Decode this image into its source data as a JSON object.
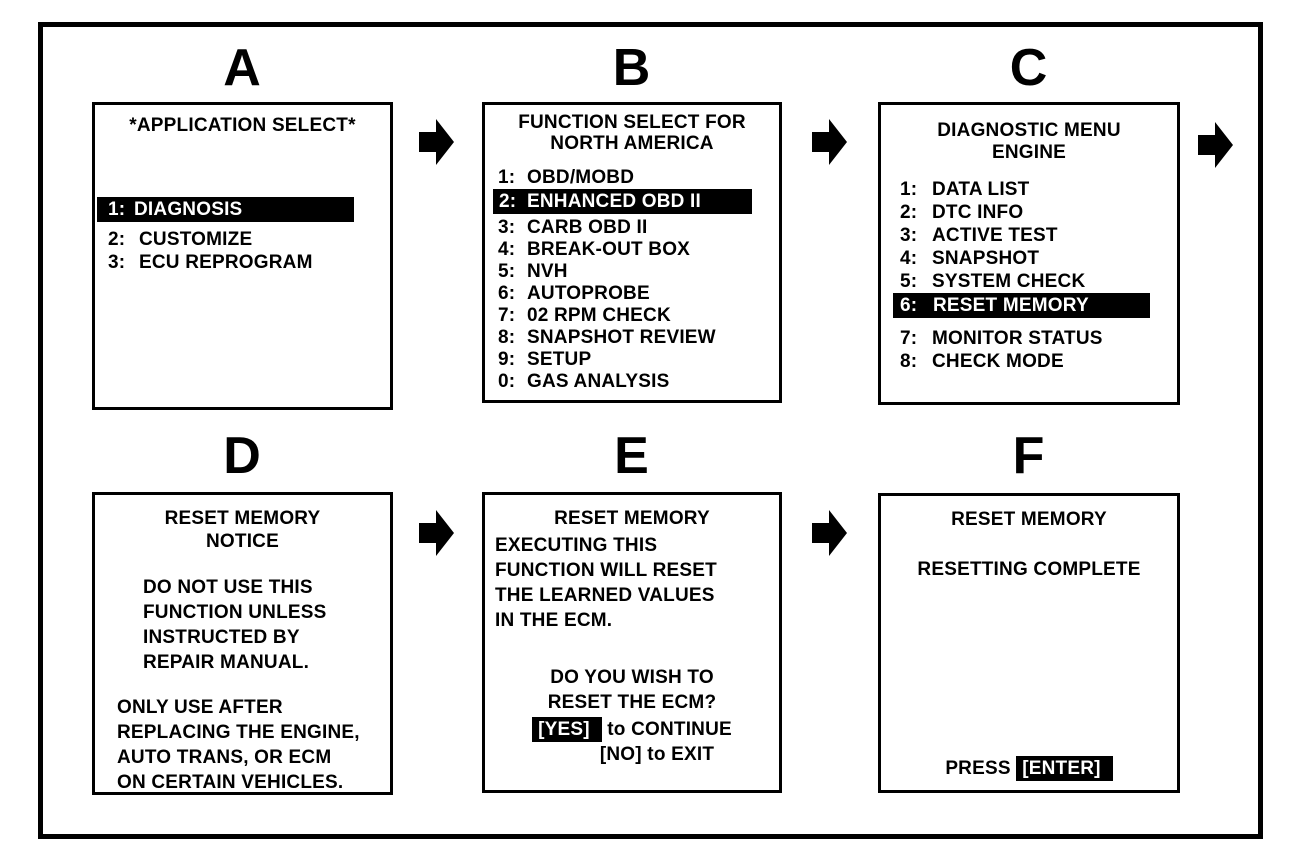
{
  "figure": {
    "background": "#ffffff",
    "ink": "#000000",
    "highlight_bg": "#000000",
    "highlight_fg": "#ffffff"
  },
  "panels": [
    {
      "label": "A",
      "title_lines": [
        "*APPLICATION SELECT*"
      ],
      "items": [
        {
          "num": "1:",
          "text": "DIAGNOSIS",
          "highlighted": true
        },
        {
          "num": "2:",
          "text": "CUSTOMIZE",
          "highlighted": false
        },
        {
          "num": "3:",
          "text": "ECU REPROGRAM",
          "highlighted": false
        }
      ]
    },
    {
      "label": "B",
      "title_lines": [
        "FUNCTION SELECT FOR",
        "NORTH AMERICA"
      ],
      "items": [
        {
          "num": "1:",
          "text": "OBD/MOBD",
          "highlighted": false
        },
        {
          "num": "2:",
          "text": "ENHANCED OBD II",
          "highlighted": true
        },
        {
          "num": "3:",
          "text": "CARB OBD II",
          "highlighted": false
        },
        {
          "num": "4:",
          "text": "BREAK-OUT BOX",
          "highlighted": false
        },
        {
          "num": "5:",
          "text": "NVH",
          "highlighted": false
        },
        {
          "num": "6:",
          "text": "AUTOPROBE",
          "highlighted": false
        },
        {
          "num": "7:",
          "text": "02 RPM CHECK",
          "highlighted": false
        },
        {
          "num": "8:",
          "text": "SNAPSHOT REVIEW",
          "highlighted": false
        },
        {
          "num": "9:",
          "text": "SETUP",
          "highlighted": false
        },
        {
          "num": "0:",
          "text": "GAS ANALYSIS",
          "highlighted": false
        }
      ]
    },
    {
      "label": "C",
      "title_lines": [
        "DIAGNOSTIC MENU",
        "ENGINE"
      ],
      "items": [
        {
          "num": "1:",
          "text": "DATA LIST",
          "highlighted": false
        },
        {
          "num": "2:",
          "text": "DTC INFO",
          "highlighted": false
        },
        {
          "num": "3:",
          "text": "ACTIVE TEST",
          "highlighted": false
        },
        {
          "num": "4:",
          "text": "SNAPSHOT",
          "highlighted": false
        },
        {
          "num": "5:",
          "text": "SYSTEM CHECK",
          "highlighted": false
        },
        {
          "num": "6:",
          "text": "RESET MEMORY",
          "highlighted": true
        },
        {
          "num": "7:",
          "text": "MONITOR STATUS",
          "highlighted": false
        },
        {
          "num": "8:",
          "text": "CHECK MODE",
          "highlighted": false
        }
      ]
    },
    {
      "label": "D",
      "title_lines": [
        "RESET MEMORY",
        "NOTICE"
      ],
      "paragraphs": [
        [
          "DO NOT USE THIS",
          "FUNCTION UNLESS",
          "INSTRUCTED BY",
          "REPAIR MANUAL."
        ],
        [
          "ONLY USE AFTER",
          "REPLACING THE ENGINE,",
          "AUTO TRANS, OR ECM",
          "ON CERTAIN VEHICLES."
        ]
      ]
    },
    {
      "label": "E",
      "title_lines": [
        "RESET MEMORY"
      ],
      "body_lines": [
        "EXECUTING THIS",
        "FUNCTION WILL RESET",
        "THE LEARNED VALUES",
        "IN THE ECM."
      ],
      "prompt_lines": [
        "DO YOU WISH TO",
        "RESET THE ECM?"
      ],
      "yes_key": "[YES]",
      "yes_rest": "to CONTINUE",
      "no_line": "[NO] to EXIT"
    },
    {
      "label": "F",
      "title_lines": [
        "RESET MEMORY"
      ],
      "status_line": "RESETTING COMPLETE",
      "press_label": "PRESS",
      "enter_key": "[ENTER]"
    }
  ]
}
